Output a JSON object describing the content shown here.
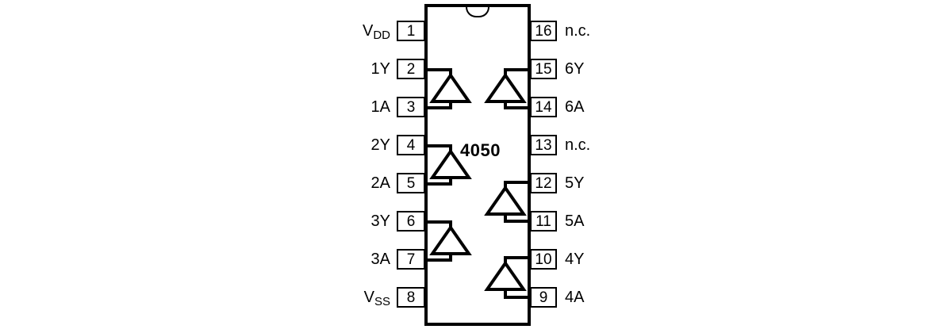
{
  "chip": {
    "name": "4050",
    "description": "hex non-inverting buffer pinout, 16-pin dual-in-line package"
  },
  "colors": {
    "ink": "#000000",
    "background": "#ffffff"
  },
  "pins": {
    "left": [
      {
        "number": "1",
        "label": "VDD",
        "base": "V",
        "sub": "DD"
      },
      {
        "number": "2",
        "label": "1Y",
        "base": "1Y",
        "sub": ""
      },
      {
        "number": "3",
        "label": "1A",
        "base": "1A",
        "sub": ""
      },
      {
        "number": "4",
        "label": "2Y",
        "base": "2Y",
        "sub": ""
      },
      {
        "number": "5",
        "label": "2A",
        "base": "2A",
        "sub": ""
      },
      {
        "number": "6",
        "label": "3Y",
        "base": "3Y",
        "sub": ""
      },
      {
        "number": "7",
        "label": "3A",
        "base": "3A",
        "sub": ""
      },
      {
        "number": "8",
        "label": "VSS",
        "base": "V",
        "sub": "SS"
      }
    ],
    "right": [
      {
        "number": "16",
        "label": "n.c.",
        "base": "n.c.",
        "sub": ""
      },
      {
        "number": "15",
        "label": "6Y",
        "base": "6Y",
        "sub": ""
      },
      {
        "number": "14",
        "label": "6A",
        "base": "6A",
        "sub": ""
      },
      {
        "number": "13",
        "label": "n.c.",
        "base": "n.c.",
        "sub": ""
      },
      {
        "number": "12",
        "label": "5Y",
        "base": "5Y",
        "sub": ""
      },
      {
        "number": "11",
        "label": "5A",
        "base": "5A",
        "sub": ""
      },
      {
        "number": "10",
        "label": "4Y",
        "base": "4Y",
        "sub": ""
      },
      {
        "number": "9",
        "label": "4A",
        "base": "4A",
        "sub": ""
      }
    ]
  }
}
